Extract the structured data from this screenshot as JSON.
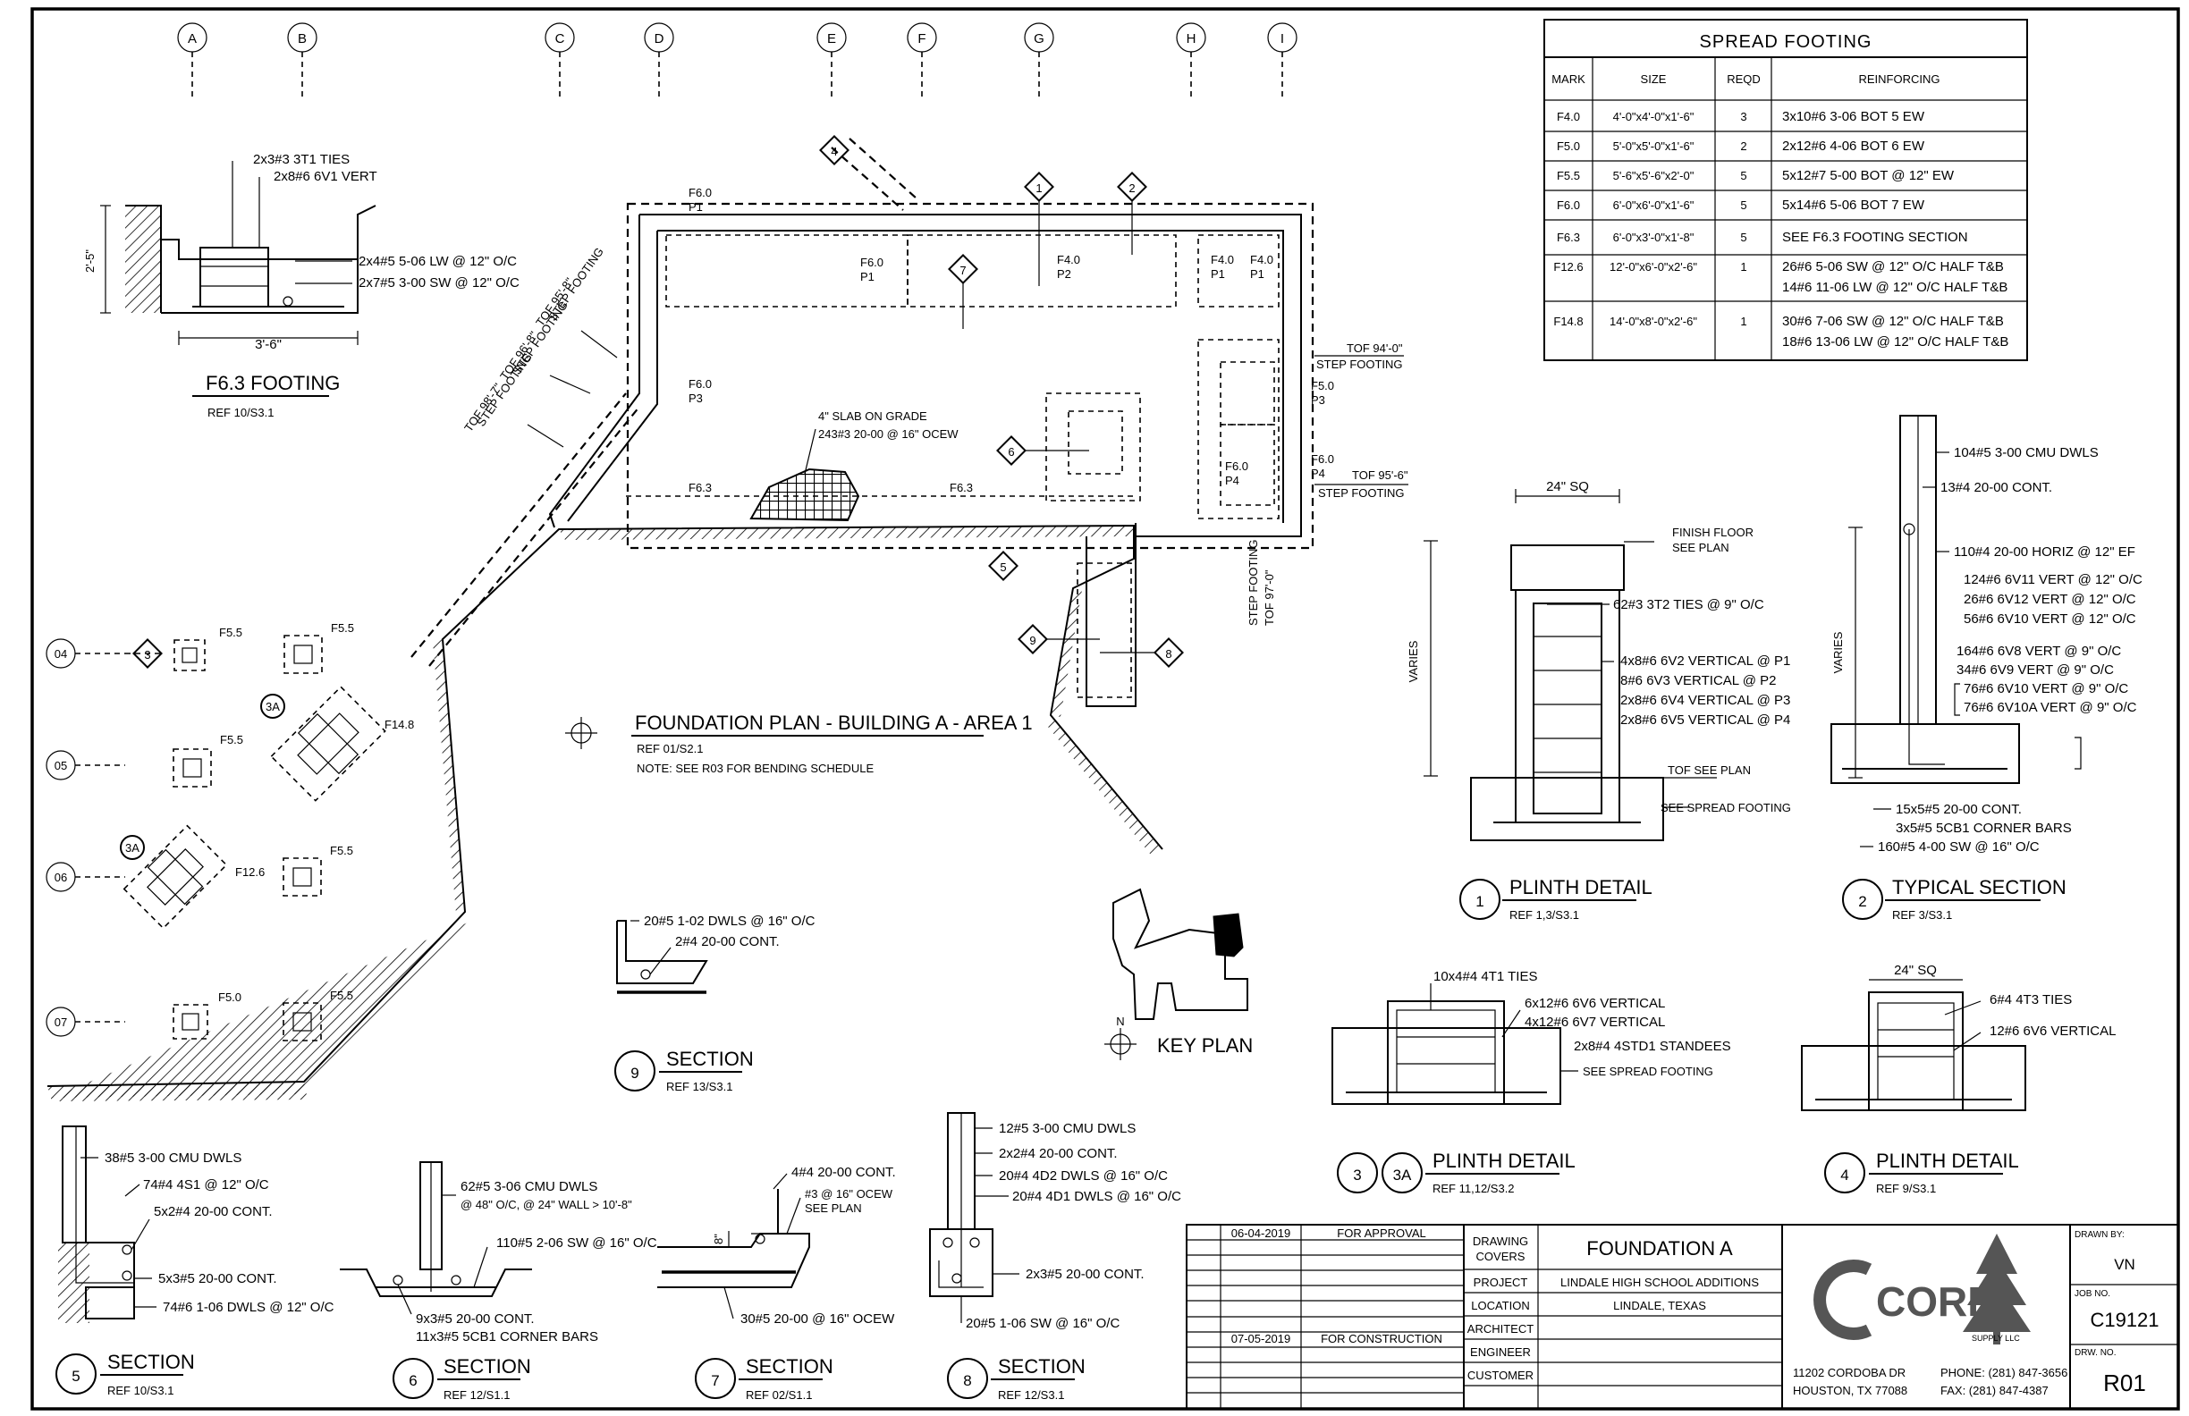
{
  "grid": {
    "columns": [
      "A",
      "B",
      "C",
      "D",
      "E",
      "F",
      "G",
      "H",
      "I"
    ],
    "rows": [
      "04",
      "05",
      "06",
      "07"
    ]
  },
  "spread_footing": {
    "title": "SPREAD FOOTING",
    "headers": [
      "MARK",
      "SIZE",
      "REQD",
      "REINFORCING"
    ],
    "rows": [
      {
        "mark": "F4.0",
        "size": "4'-0\"x4'-0\"x1'-6\"",
        "reqd": "3",
        "reinf": [
          "3x10#6 3-06 BOT 5 EW"
        ]
      },
      {
        "mark": "F5.0",
        "size": "5'-0\"x5'-0\"x1'-6\"",
        "reqd": "2",
        "reinf": [
          "2x12#6 4-06 BOT 6 EW"
        ]
      },
      {
        "mark": "F5.5",
        "size": "5'-6\"x5'-6\"x2'-0\"",
        "reqd": "5",
        "reinf": [
          "5x12#7 5-00 BOT @ 12\" EW"
        ]
      },
      {
        "mark": "F6.0",
        "size": "6'-0\"x6'-0\"x1'-6\"",
        "reqd": "5",
        "reinf": [
          "5x14#6 5-06 BOT 7 EW"
        ]
      },
      {
        "mark": "F6.3",
        "size": "6'-0\"x3'-0\"x1'-8\"",
        "reqd": "5",
        "reinf": [
          "SEE F6.3 FOOTING SECTION"
        ]
      },
      {
        "mark": "F12.6",
        "size": "12'-0\"x6'-0\"x2'-6\"",
        "reqd": "1",
        "reinf": [
          "26#6 5-06 SW @ 12\" O/C HALF T&B",
          "14#6 11-06 LW @ 12\" O/C HALF T&B"
        ]
      },
      {
        "mark": "F14.8",
        "size": "14'-0\"x8'-0\"x2'-6\"",
        "reqd": "1",
        "reinf": [
          "30#6 7-06 SW @ 12\" O/C HALF T&B",
          "18#6 13-06 LW @ 12\" O/C HALF T&B"
        ]
      }
    ]
  },
  "f63": {
    "title": "F6.3 FOOTING",
    "ref": "REF 10/S3.1",
    "n1": "2x3#3 3T1 TIES",
    "n2": "2x8#6 6V1 VERT",
    "n3": "2x4#5 5-06 LW @ 12\" O/C",
    "n4": "2x7#5 3-00 SW @ 12\" O/C",
    "dim_h": "2'-5\"",
    "dim_w": "3'-6\""
  },
  "plan": {
    "title": "FOUNDATION PLAN - BUILDING A - AREA 1",
    "ref": "REF 01/S2.1",
    "note": "NOTE: SEE R03 FOR BENDING SCHEDULE",
    "slab1": "4\" SLAB ON GRADE",
    "slab2": "243#3 20-00 @ 16\" OCEW",
    "step1a": "STEP FOOTING",
    "step1b": "TOF 95'-8\"",
    "step2a": "STEP FOOTING",
    "step2b": "TOF 96'-8\"",
    "step3a": "STEP FOOTING",
    "step3b": "TOF 98'-7\"",
    "step4a": "STEP FOOTING",
    "step4b": "TOF 97'-0\"",
    "tof94": "TOF 94'-0\"",
    "step_r1": "STEP FOOTING",
    "tof95": "TOF 95'-6\"",
    "step_r2": "STEP FOOTING",
    "labels": {
      "f60_p1_top": "F6.0",
      "p1_top": "P1",
      "f60_p1": "F6.0",
      "p1": "P1",
      "f40_p2": "F4.0",
      "p2": "P2",
      "f40_a": "F4.0",
      "p1_a": "P1",
      "f40_b": "F4.0",
      "p1_b": "P1",
      "f60_p3": "F6.0",
      "p3": "P3",
      "f50_p3": "F5.0",
      "p3_r": "P3",
      "f60_p4": "F6.0",
      "p4": "P4",
      "f60_p4_r": "F6.0",
      "p4_r": "P4",
      "f63_a": "F6.3",
      "f63_b": "F6.3"
    },
    "callouts": [
      "4",
      "1",
      "2",
      "7",
      "6",
      "5",
      "9",
      "8"
    ],
    "footings": {
      "f55a": "F5.5",
      "f55b": "F5.5",
      "f55c": "F5.5",
      "f55d": "F5.5",
      "f55e": "F5.5",
      "f148": "F14.8",
      "f126": "F12.6",
      "f50": "F5.0",
      "c3": "3",
      "c3a1": "3A",
      "c3a2": "3A"
    }
  },
  "key_plan": {
    "title": "KEY PLAN",
    "north": "N"
  },
  "plinth1": {
    "title": "PLINTH DETAIL",
    "ref": "REF 1,3/S3.1",
    "num": "1",
    "dim": "24\" SQ",
    "ff1": "FINISH FLOOR",
    "ff2": "SEE PLAN",
    "ties": "62#3 3T2 TIES @ 9\" O/C",
    "v1": "4x8#6 6V2 VERTICAL @ P1",
    "v2": "8#6 6V3 VERTICAL @ P2",
    "v3": "2x8#6 6V4 VERTICAL @ P3",
    "v4": "2x8#6 6V5 VERTICAL @ P4",
    "varies": "VARIES",
    "tof": "TOF SEE PLAN",
    "see": "SEE SPREAD FOOTING"
  },
  "typical": {
    "title": "TYPICAL SECTION",
    "ref": "REF 3/S3.1",
    "num": "2",
    "a": "104#5 3-00 CMU DWLS",
    "b": "13#4 20-00 CONT.",
    "c": "110#4 20-00 HORIZ @ 12\" EF",
    "d": "124#6 6V11 VERT @ 12\" O/C",
    "e": "26#6 6V12 VERT @ 12\" O/C",
    "f": "56#6 6V10 VERT @ 12\" O/C",
    "g": "164#6 6V8 VERT @ 9\" O/C",
    "h": "34#6 6V9 VERT @ 9\" O/C",
    "i": "76#6 6V10 VERT @ 9\" O/C",
    "j": "76#6 6V10A VERT @ 9\" O/C",
    "k": "15x5#5 20-00 CONT.",
    "l": "3x5#5 5CB1 CORNER BARS",
    "m": "160#5 4-00 SW @ 16\" O/C",
    "varies": "VARIES"
  },
  "plinth3": {
    "title": "PLINTH DETAIL",
    "ref": "REF 11,12/S3.2",
    "num": "3",
    "num2": "3A",
    "a": "10x4#4 4T1 TIES",
    "b": "6x12#6 6V6 VERTICAL",
    "c": "4x12#6 6V7 VERTICAL",
    "d": "2x8#4 4STD1 STANDEES",
    "e": "SEE SPREAD FOOTING"
  },
  "plinth4": {
    "title": "PLINTH DETAIL",
    "ref": "REF 9/S3.1",
    "num": "4",
    "dim": "24\" SQ",
    "a": "6#4 4T3 TIES",
    "b": "12#6 6V6 VERTICAL"
  },
  "sec9": {
    "title": "SECTION",
    "ref": "REF 13/S3.1",
    "num": "9",
    "a": "20#5 1-02 DWLS @ 16\" O/C",
    "b": "2#4 20-00 CONT."
  },
  "sec5": {
    "title": "SECTION",
    "ref": "REF 10/S3.1",
    "num": "5",
    "a": "38#5 3-00 CMU DWLS",
    "b": "74#4 4S1 @ 12\" O/C",
    "c": "5x2#4 20-00 CONT.",
    "d": "5x3#5 20-00 CONT.",
    "e": "74#6 1-06 DWLS @ 12\" O/C"
  },
  "sec6": {
    "title": "SECTION",
    "ref": "REF 12/S1.1",
    "num": "6",
    "a": "62#5 3-06 CMU DWLS",
    "a2": "@ 48\" O/C, @ 24\" WALL > 10'-8\"",
    "b": "110#5 2-06 SW @ 16\" O/C",
    "c": "9x3#5 20-00 CONT.",
    "d": "11x3#5 5CB1 CORNER BARS"
  },
  "sec7": {
    "title": "SECTION",
    "ref": "REF 02/S1.1",
    "num": "7",
    "a": "4#4 20-00 CONT.",
    "b": "#3 @ 16\" OCEW",
    "c": "SEE PLAN",
    "d": "30#5 20-00 @ 16\" OCEW",
    "dim": "8\""
  },
  "sec8": {
    "title": "SECTION",
    "ref": "REF 12/S3.1",
    "num": "8",
    "a": "12#5 3-00 CMU DWLS",
    "b": "2x2#4 20-00 CONT.",
    "c": "20#4 4D2 DWLS @ 16\" O/C",
    "d": "20#4 4D1 DWLS @ 16\" O/C",
    "e": "2x3#5 20-00 CONT.",
    "f": "20#5 1-06 SW @ 16\" O/C"
  },
  "titleblock": {
    "rev1_date": "06-04-2019",
    "rev1_desc": "FOR APPROVAL",
    "rev2_date": "07-05-2019",
    "rev2_desc": "FOR CONSTRUCTION",
    "l_drawing": "DRAWING",
    "l_covers": "COVERS",
    "l_project": "PROJECT",
    "l_location": "LOCATION",
    "l_architect": "ARCHITECT",
    "l_engineer": "ENGINEER",
    "l_customer": "CUSTOMER",
    "drawing": "FOUNDATION  A",
    "project": "LINDALE HIGH SCHOOL ADDITIONS",
    "location": "LINDALE, TEXAS",
    "logo_core": "CORE",
    "logo_supply": "SUPPLY LLC",
    "addr1": "11202 CORDOBA DR",
    "addr2": "HOUSTON, TX 77088",
    "phone": "PHONE: (281) 847-3656",
    "fax": "FAX:  (281) 847-4387",
    "drawn_by_l": "DRAWN BY:",
    "drawn_by": "VN",
    "job_l": "JOB NO.",
    "job": "C19121",
    "drw_l": "DRW. NO.",
    "drw": "R01"
  }
}
